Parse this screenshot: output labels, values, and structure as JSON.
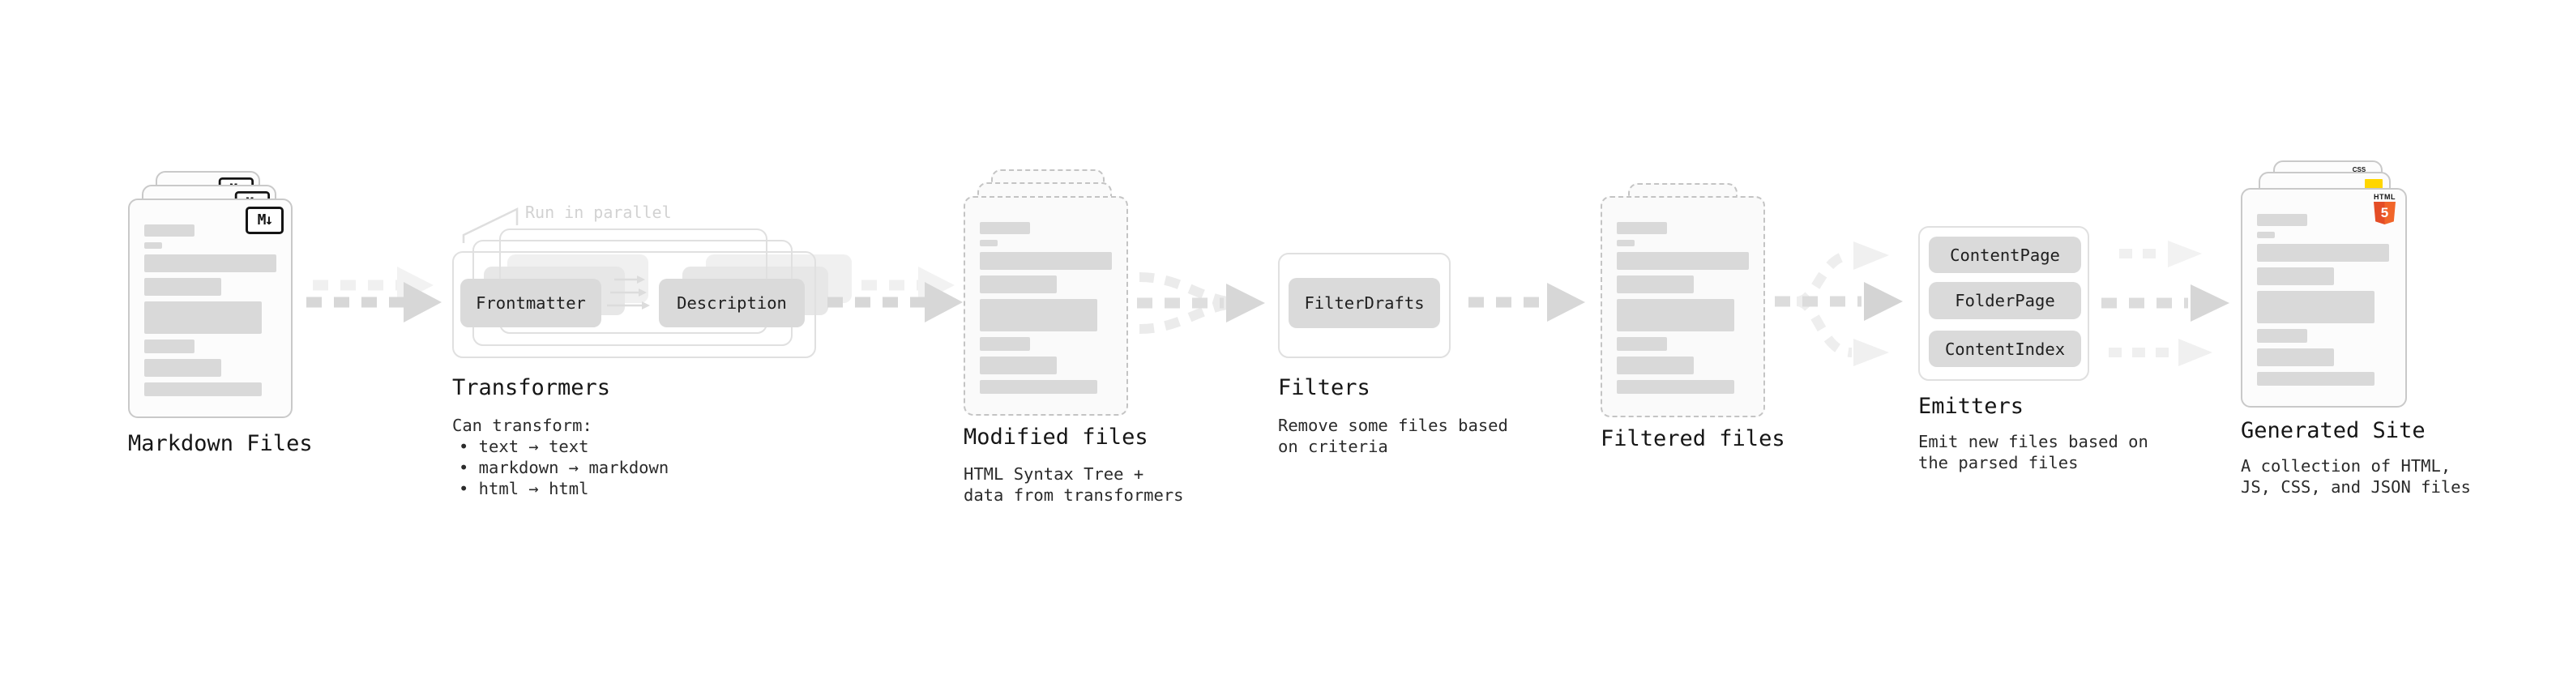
{
  "stages": {
    "markdown": {
      "label": "Markdown Files",
      "icon": "M↓"
    },
    "transformers": {
      "label": "Transformers",
      "annotation": "Run in parallel",
      "boxes": {
        "b1": "Frontmatter",
        "b2": "Description"
      },
      "desc_title": "Can transform:",
      "bullets": {
        "b1": "• text → text",
        "b2": "• markdown → markdown",
        "b3": "• html → html"
      }
    },
    "modified": {
      "label": "Modified files",
      "desc1": "HTML Syntax Tree +",
      "desc2": "data from transformers"
    },
    "filters": {
      "label": "Filters",
      "box": "FilterDrafts",
      "desc1": "Remove some files based",
      "desc2": "on criteria"
    },
    "filtered": {
      "label": "Filtered files"
    },
    "emitters": {
      "label": "Emitters",
      "boxes": {
        "b1": "ContentPage",
        "b2": "FolderPage",
        "b3": "ContentIndex"
      },
      "desc1": "Emit new files based on",
      "desc2": "the parsed files"
    },
    "generated": {
      "label": "Generated Site",
      "desc1": "A collection of HTML,",
      "desc2": "JS, CSS, and JSON files",
      "badges": {
        "css": "CSS",
        "html": "HTML",
        "html_num": "5"
      }
    }
  },
  "colors": {
    "doc_border": "#c9c9c9",
    "doc_fill": "#fcfcfc",
    "skeleton": "#d9d9d9",
    "box_fill": "#dadada",
    "frame_border": "#e0e0e0",
    "arrow_dark": "#d7d7d7",
    "arrow_light": "#f0f0f0",
    "annotation_gray": "#d2d2d2",
    "text": "#1c1c1c",
    "html5_orange": "#e44d26",
    "js_yellow": "#ffd600",
    "css_blue": "#2962ff"
  }
}
